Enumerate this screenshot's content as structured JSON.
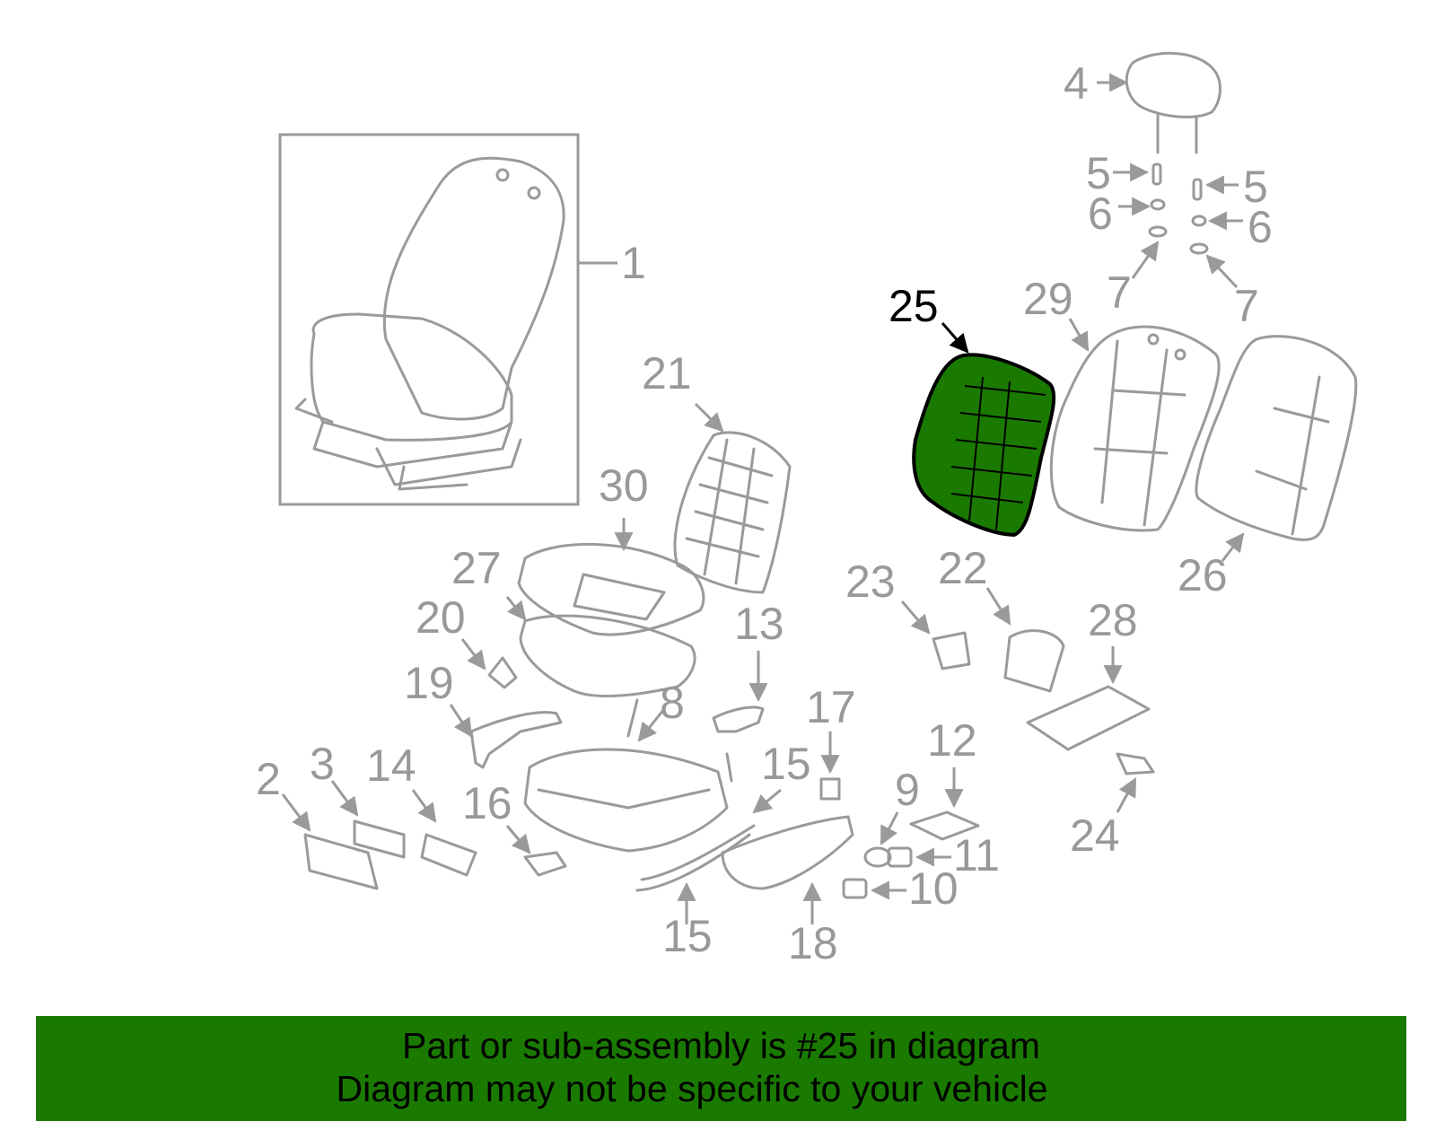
{
  "highlight_color": "#1a7a00",
  "part_color": "#999999",
  "highlighted_callout": "25",
  "callouts": {
    "c1": "1",
    "c2": "2",
    "c3": "3",
    "c4": "4",
    "c5a": "5",
    "c5b": "5",
    "c6a": "6",
    "c6b": "6",
    "c7a": "7",
    "c7b": "7",
    "c8": "8",
    "c9": "9",
    "c10": "10",
    "c11": "11",
    "c12": "12",
    "c13": "13",
    "c14": "14",
    "c15a": "15",
    "c15b": "15",
    "c16": "16",
    "c17": "17",
    "c18": "18",
    "c19": "19",
    "c20": "20",
    "c21": "21",
    "c22": "22",
    "c23": "23",
    "c24": "24",
    "c25": "25",
    "c26": "26",
    "c27": "27",
    "c28": "28",
    "c29": "29",
    "c30": "30"
  },
  "banner": {
    "line1": "Part or sub-assembly is #25 in diagram",
    "line2": "Diagram may not be specific to your vehicle"
  }
}
